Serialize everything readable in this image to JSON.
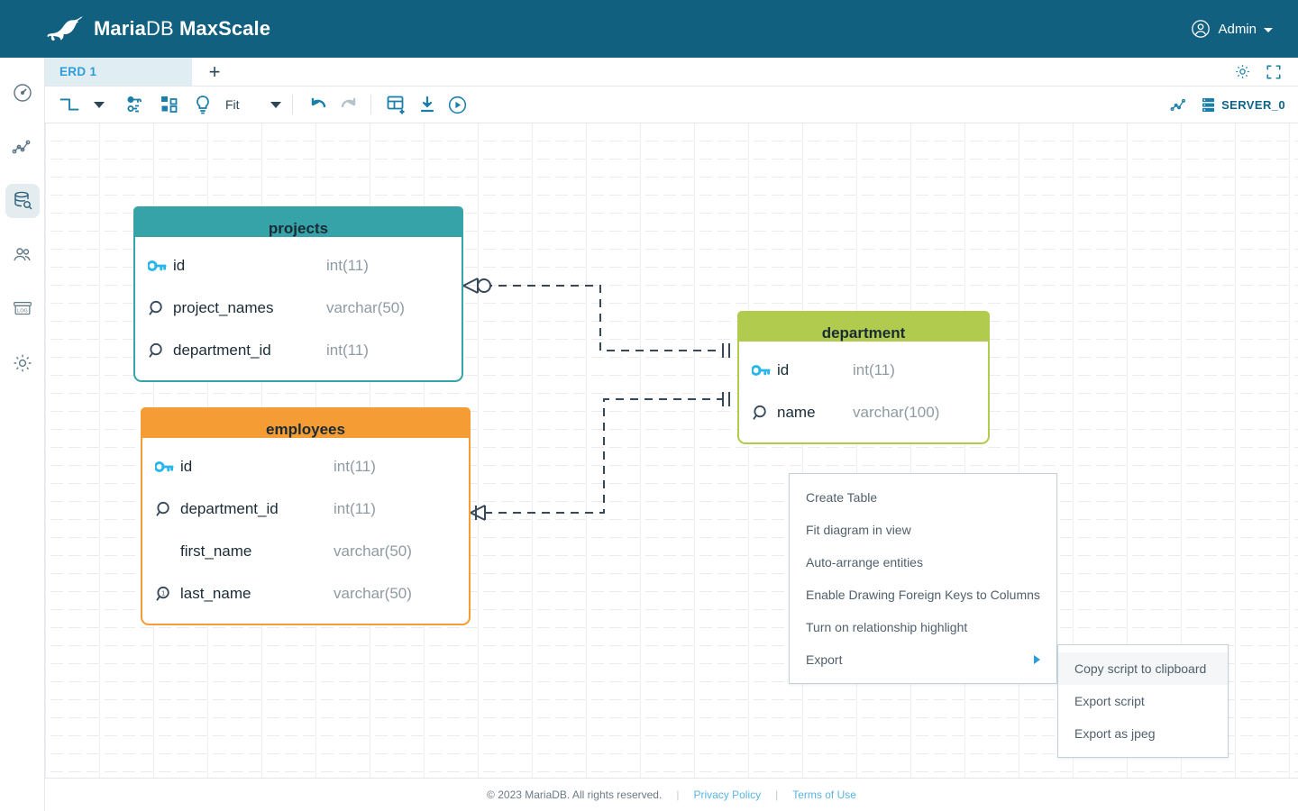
{
  "header": {
    "brand_maria": "Maria",
    "brand_db": "DB",
    "brand_product": "MaxScale",
    "logo_icon": "seal-logo-icon",
    "user_label": "Admin",
    "user_icon": "user-circle-icon",
    "caret_icon": "chevron-down-icon"
  },
  "rail": {
    "items": [
      {
        "name": "dashboard",
        "icon": "dashboard-gauge-icon",
        "active": false
      },
      {
        "name": "visualization",
        "icon": "line-chart-icon",
        "active": false
      },
      {
        "name": "query-editor",
        "icon": "database-search-icon",
        "active": true
      },
      {
        "name": "users",
        "icon": "users-group-icon",
        "active": false
      },
      {
        "name": "logs",
        "icon": "log-archive-icon",
        "active": false
      },
      {
        "name": "settings",
        "icon": "gear-icon",
        "active": false
      }
    ]
  },
  "tabbar": {
    "tabs": [
      {
        "label": "ERD 1",
        "active": true
      }
    ],
    "add_label": "+",
    "right_icons": [
      {
        "name": "settings-gear-icon"
      },
      {
        "name": "fullscreen-expand-icon"
      }
    ]
  },
  "toolbar": {
    "link_shape_icon": "orthogonal-link-icon",
    "link_shape_caret": "chevron-down-icon",
    "fk_icon": "foreign-key-icon",
    "arrange_icon": "auto-arrange-icon",
    "highlight_icon": "lightbulb-icon",
    "zoom_value": "Fit",
    "zoom_caret": "chevron-down-icon",
    "undo_icon": "undo-arrow-icon",
    "redo_icon": "redo-arrow-icon",
    "create_table_icon": "add-table-icon",
    "export_icon": "download-icon",
    "apply_icon": "play-circle-icon",
    "chart_icon": "line-chart-icon",
    "server_icon": "server-stack-icon",
    "server_name": "SERVER_0"
  },
  "erd": {
    "entities": [
      {
        "id": "projects",
        "title": "projects",
        "color": "#35a3a8",
        "columns": [
          {
            "key_icon": "primary-key-icon",
            "name": "id",
            "type": "int(11)"
          },
          {
            "key_icon": "index-key-icon",
            "name": "project_names",
            "type": "varchar(50)"
          },
          {
            "key_icon": "index-key-icon",
            "name": "department_id",
            "type": "int(11)"
          }
        ]
      },
      {
        "id": "employees",
        "title": "employees",
        "color": "#f59d34",
        "columns": [
          {
            "key_icon": "primary-key-icon",
            "name": "id",
            "type": "int(11)"
          },
          {
            "key_icon": "index-key-icon",
            "name": "department_id",
            "type": "int(11)"
          },
          {
            "key_icon": "none",
            "name": "first_name",
            "type": "varchar(50)"
          },
          {
            "key_icon": "unique-index-icon",
            "name": "last_name",
            "type": "varchar(50)"
          }
        ]
      },
      {
        "id": "department",
        "title": "department",
        "color": "#b0cb4e",
        "columns": [
          {
            "key_icon": "primary-key-icon",
            "name": "id",
            "type": "int(11)"
          },
          {
            "key_icon": "index-key-icon",
            "name": "name",
            "type": "varchar(100)"
          }
        ]
      }
    ],
    "relationships": [
      {
        "from": "projects.department_id",
        "to": "department.id",
        "from_notation": "zero-or-many",
        "to_notation": "exactly-one"
      },
      {
        "from": "employees.department_id",
        "to": "department.id",
        "from_notation": "one-or-many",
        "to_notation": "exactly-one"
      }
    ]
  },
  "context_menu": {
    "items": [
      {
        "label": "Create Table",
        "submenu": false,
        "hover": false
      },
      {
        "label": "Fit diagram in view",
        "submenu": false,
        "hover": false
      },
      {
        "label": "Auto-arrange entities",
        "submenu": false,
        "hover": false
      },
      {
        "label": "Enable Drawing Foreign Keys to Columns",
        "submenu": false,
        "hover": false
      },
      {
        "label": "Turn on relationship highlight",
        "submenu": false,
        "hover": false
      },
      {
        "label": "Export",
        "submenu": true,
        "hover": false
      }
    ],
    "submenu_items": [
      {
        "label": "Copy script to clipboard",
        "hover": true
      },
      {
        "label": "Export script",
        "hover": false
      },
      {
        "label": "Export as jpeg",
        "hover": false
      }
    ]
  },
  "footer": {
    "copyright": "© 2023 MariaDB. All rights reserved.",
    "sep1": "|",
    "privacy": "Privacy Policy",
    "sep2": "|",
    "terms": "Terms of Use"
  }
}
